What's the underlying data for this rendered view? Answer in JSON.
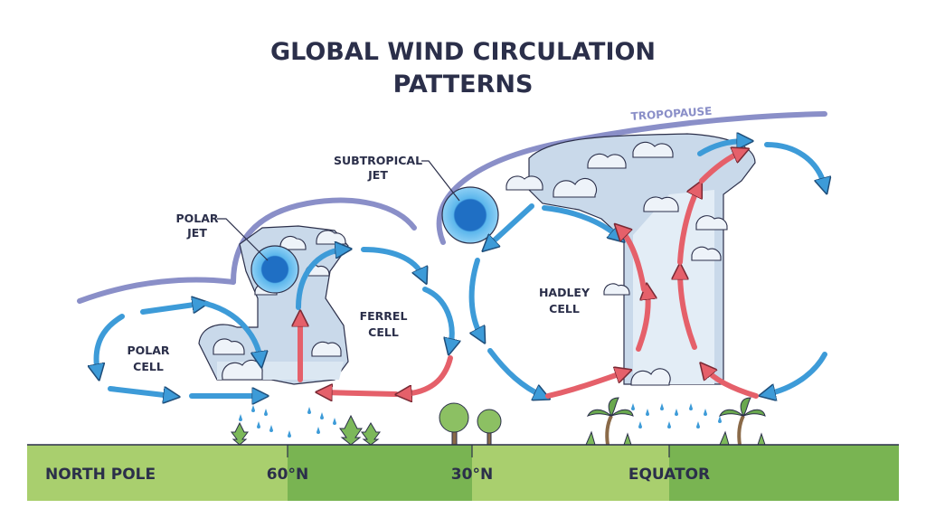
{
  "title": {
    "line1": "GLOBAL WIND CIRCULATION",
    "line2": "PATTERNS"
  },
  "labels": {
    "tropopause": "TROPOPAUSE",
    "subtropical_jet": {
      "line1": "SUBTROPICAL",
      "line2": "JET"
    },
    "polar_jet": {
      "line1": "POLAR",
      "line2": "JET"
    },
    "polar_cell": {
      "line1": "POLAR",
      "line2": "CELL"
    },
    "ferrel_cell": {
      "line1": "FERREL",
      "line2": "CELL"
    },
    "hadley_cell": {
      "line1": "HADLEY",
      "line2": "CELL"
    }
  },
  "ground": {
    "north_pole": "NORTH POLE",
    "lat_60": "60°N",
    "lat_30": "30°N",
    "equator": "EQUATOR"
  },
  "colors": {
    "cold_arrow": "#3d9bd8",
    "warm_arrow": "#e5606a",
    "tropopause": "#8a8fc8",
    "jet": "#1f6fc4",
    "ground_light": "#a9cf6e",
    "ground_dark": "#79b452"
  }
}
